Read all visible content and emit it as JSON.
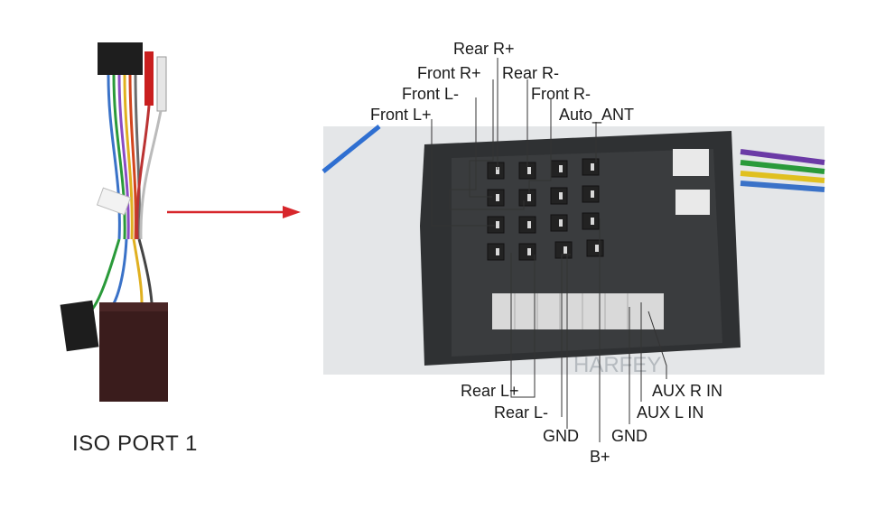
{
  "caption": "ISO PORT 1",
  "watermark": "HARFEY",
  "harness_tag": "ISO PORT 1",
  "labels_top": {
    "rear_r_plus": "Rear R+",
    "front_r_plus": "Front R+",
    "rear_r_minus": "Rear R-",
    "front_l_minus": "Front L-",
    "front_r_minus": "Front R-",
    "front_l_plus": "Front L+",
    "auto_ant": "Auto_ANT"
  },
  "labels_bottom": {
    "rear_l_plus": "Rear L+",
    "rear_l_minus": "Rear L-",
    "gnd_1": "GND",
    "b_plus": "B+",
    "gnd_2": "GND",
    "aux_l_in": "AUX L IN",
    "aux_r_in": "AUX R IN"
  },
  "colors": {
    "arrow": "#d7262b",
    "connector_body": "#2f3133",
    "leader_line": "#333333"
  }
}
